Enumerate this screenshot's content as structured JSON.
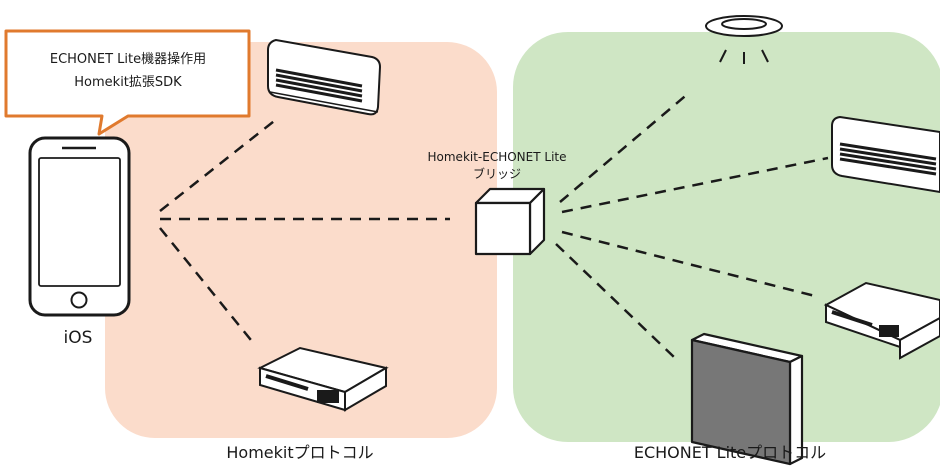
{
  "callout": {
    "line1": "ECHONET Lite機器操作用",
    "line2": "Homekit拡張SDK"
  },
  "labels": {
    "ios": "iOS",
    "bridge_line1": "Homekit-ECHONET Lite",
    "bridge_line2": "ブリッジ",
    "homekit_protocol": "Homekitプロトコル",
    "echonet_protocol": "ECHONET Liteプロトコル"
  },
  "colors": {
    "homekit_zone": "#fbdccb",
    "echonet_zone": "#cfe6c4",
    "callout_border": "#e07a2e",
    "tv_screen": "#777777"
  }
}
